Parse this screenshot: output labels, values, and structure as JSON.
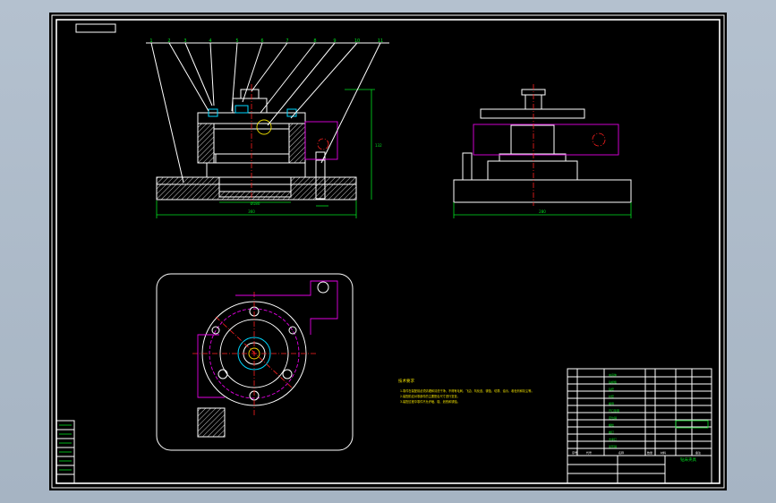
{
  "drawing": {
    "balloons": [
      "1",
      "2",
      "3",
      "4",
      "5",
      "6",
      "7",
      "8",
      "9",
      "10",
      "11"
    ],
    "notes": {
      "heading": "技术要求",
      "lines": [
        "1.零件在装配前必须清理和清洗干净，不得有毛刺、飞边、氧化皮、锈蚀、切屑、油污、着色剂和灰尘等。",
        "2.装配前应对零部件的主要配合尺寸进行复查。",
        "3.装配过程中零件不允许磕、碰、划伤和锈蚀。"
      ]
    },
    "title_block": {
      "drawing_name": "钻床夹具",
      "row_items": [
        "夹具体",
        "钻模板",
        "钻套",
        "衬套",
        "螺母",
        "开口垫圈",
        "定位销",
        "螺栓",
        "螺钉",
        "支承钉",
        "菱形销"
      ],
      "header_cells": [
        "序号",
        "代号",
        "名称",
        "数量",
        "材料",
        "备注"
      ]
    },
    "colors": {
      "sheet": "#000000",
      "outline": "#ffffff",
      "leader_text": "#00e020",
      "hidden": "#e200e2",
      "center": "#ff2020",
      "accent": "#00d8ff",
      "notes": "#f0e000"
    }
  }
}
